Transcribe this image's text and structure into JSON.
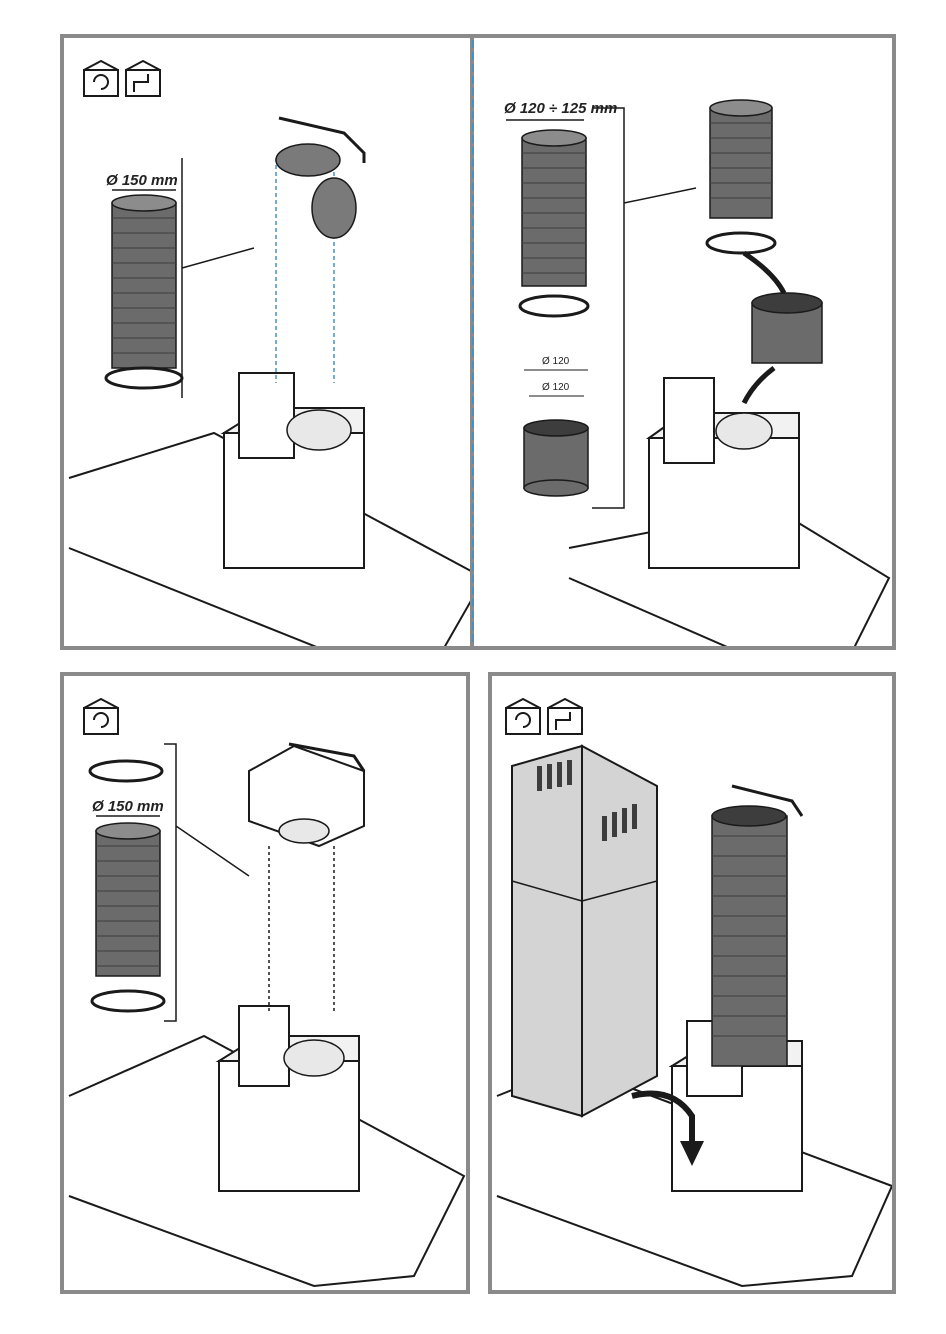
{
  "panels": [
    {
      "id": "top-left",
      "icons": [
        "recirculation-icon",
        "ducted-icon"
      ],
      "labels": {
        "diameter": "Ø 150 mm"
      }
    },
    {
      "id": "top-right",
      "icons": [],
      "labels": {
        "diameter": "Ø 120 ÷ 125 mm",
        "adapter_outer": "Ø 120",
        "adapter_inner": "Ø 120"
      }
    },
    {
      "id": "bottom-left",
      "icons": [
        "recirculation-icon"
      ],
      "labels": {
        "diameter": "Ø 150 mm"
      }
    },
    {
      "id": "bottom-right",
      "icons": [
        "recirculation-icon",
        "ducted-icon"
      ],
      "labels": {}
    }
  ],
  "colors": {
    "frame": "#8a8a8a",
    "divider": "#4a8fc0",
    "duct": "#6b6b6b",
    "chimney": "#d4d4d4",
    "line": "#1a1a1a"
  }
}
